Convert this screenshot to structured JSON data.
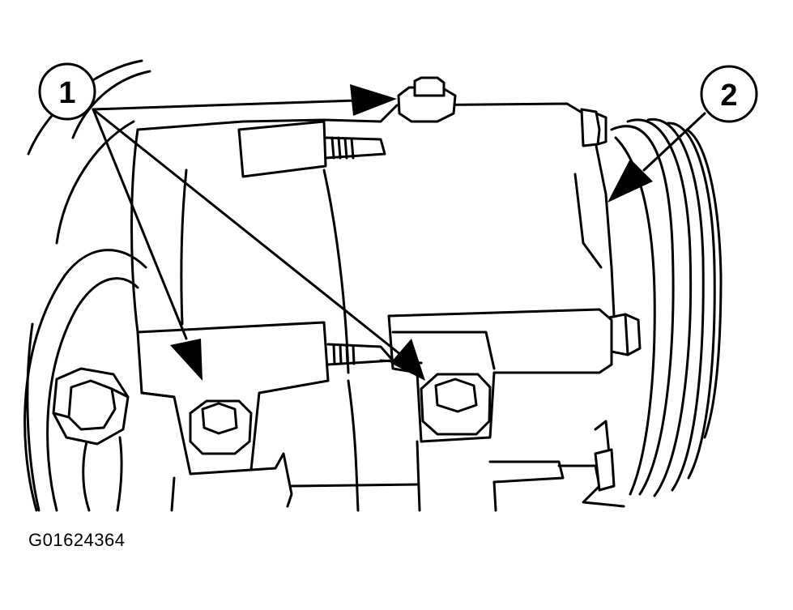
{
  "callouts": [
    {
      "label": "1"
    },
    {
      "label": "2"
    }
  ],
  "figure_id": "G01624364",
  "colors": {
    "line": "#000000",
    "fill": "#ffffff"
  }
}
